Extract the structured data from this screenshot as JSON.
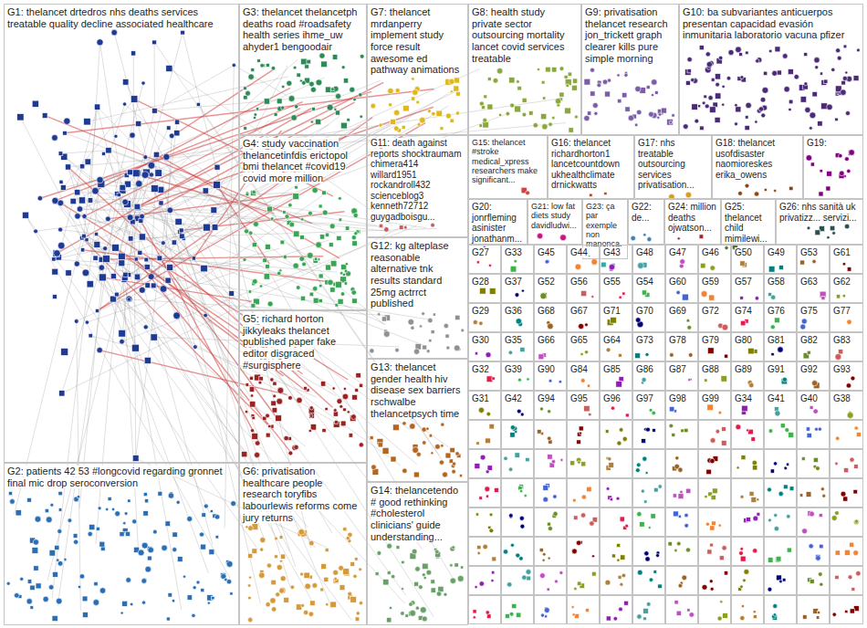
{
  "diagram": {
    "nodes": [
      {
        "text": [
          "G1: thelancet drtedros nhs deaths services treatable quality decline associated healthcare"
        ]
      },
      {
        "text": [
          "G2: patients 42 53 #longcovid regarding gronnet final mic drop seroconversion"
        ]
      },
      {
        "text": [
          "G3: thelancet thelancetph deaths road #roadsafety health series ihme_uw ahyder1 bengoodair"
        ]
      },
      {
        "text": [
          "G4: study vaccination thelancetinfdis erictopol bmi thelancet #covid19 covid more million"
        ]
      },
      {
        "text": [
          "G5: richard horton jikkyleaks thelancet published paper fake editor disgraced #surgisphere"
        ]
      },
      {
        "text": [
          "G6: privatisation healthcare people research toryfibs labourlewis reforms come jury returns"
        ]
      },
      {
        "text": [
          "G7: thelancet mrdanperry implement study force result awesome ed pathway animations"
        ]
      },
      {
        "text": [
          "G8: health study private sector outsourcing mortality lancet covid services treatable"
        ]
      },
      {
        "text": [
          "G9: privatisation thelancet research jon_trickett graph clearer kills pure simple morning"
        ]
      },
      {
        "text": [
          "G10: ba subvariantes anticuerpos presentan capacidad evasión inmunitaria laboratorio vacuna pfizer"
        ]
      },
      {
        "text": [
          "G11: death against reports shocktraumam chimera414 willard1951 rockandroll432 scienceblog3 kenneth72712 guygadboisgu..."
        ]
      },
      {
        "text": [
          "G12: kg alteplase reasonable alternative tnk results standard 25mg actrrct published"
        ]
      },
      {
        "text": [
          "G13: thelancet gender health hiv disease sex barriers rschwalbe thelancetpsych time"
        ]
      },
      {
        "text": [
          "G14: thelancetendo # good rethinking #cholesterol clinicians' guide understanding..."
        ]
      },
      {
        "text": [
          "G15: thelancet #stroke medical_xpress researchers make significant..."
        ]
      },
      {
        "text": [
          "G16: thelancet richardhorton1 lancetcountdown ukhealthclimate drnickwatts"
        ]
      },
      {
        "text": [
          "G17: nhs treatable outsourcing services privatisation..."
        ]
      },
      {
        "text": [
          "G18: thelancet usofdisaster naomioreskes erika_owens"
        ]
      },
      {
        "text": [
          "G19:"
        ]
      },
      {
        "text": [
          "G20: jonrfleming asinister jonathanm..."
        ]
      },
      {
        "text": [
          "G21: low fat diets study davidludwi..."
        ]
      },
      {
        "text": [
          "G23: ça par exemple non manonca..."
        ]
      },
      {
        "text": [
          "G22: de..."
        ]
      },
      {
        "text": [
          "G24: million deaths ojwatson..."
        ]
      },
      {
        "text": [
          "G25: thelancet child mimilewi..."
        ]
      },
      {
        "text": [
          "G26: nhs sanità uk privatizz... servizi..."
        ]
      },
      {
        "text": [
          "G27"
        ]
      },
      {
        "text": [
          "G33"
        ]
      },
      {
        "text": [
          "G45"
        ]
      },
      {
        "text": [
          "G44"
        ]
      },
      {
        "text": [
          "G43"
        ]
      },
      {
        "text": [
          "G48"
        ]
      },
      {
        "text": [
          "G47"
        ]
      },
      {
        "text": [
          "G46"
        ]
      },
      {
        "text": [
          "G50"
        ]
      },
      {
        "text": [
          "G49"
        ]
      },
      {
        "text": [
          "G53"
        ]
      },
      {
        "text": [
          "G61"
        ]
      },
      {
        "text": [
          "G28"
        ]
      },
      {
        "text": [
          "G37"
        ]
      },
      {
        "text": [
          "G52"
        ]
      },
      {
        "text": [
          "G56"
        ]
      },
      {
        "text": [
          "G55"
        ]
      },
      {
        "text": [
          "G54"
        ]
      },
      {
        "text": [
          "G60"
        ]
      },
      {
        "text": [
          "G59"
        ]
      },
      {
        "text": [
          "G57"
        ]
      },
      {
        "text": [
          "G58"
        ]
      },
      {
        "text": [
          "G63"
        ]
      },
      {
        "text": [
          "G62"
        ]
      },
      {
        "text": [
          "G29"
        ]
      },
      {
        "text": [
          "G36"
        ]
      },
      {
        "text": [
          "G68"
        ]
      },
      {
        "text": [
          "G67"
        ]
      },
      {
        "text": [
          "G71"
        ]
      },
      {
        "text": [
          "G70"
        ]
      },
      {
        "text": [
          "G69"
        ]
      },
      {
        "text": [
          "G72"
        ]
      },
      {
        "text": [
          "G74"
        ]
      },
      {
        "text": [
          "G76"
        ]
      },
      {
        "text": [
          "G75"
        ]
      },
      {
        "text": [
          "G77"
        ]
      },
      {
        "text": [
          "G30"
        ]
      },
      {
        "text": [
          "G35"
        ]
      },
      {
        "text": [
          "G66"
        ]
      },
      {
        "text": [
          "G65"
        ]
      },
      {
        "text": [
          "G64"
        ]
      },
      {
        "text": [
          "G73"
        ]
      },
      {
        "text": [
          "G78"
        ]
      },
      {
        "text": [
          "G79"
        ]
      },
      {
        "text": [
          "G80"
        ]
      },
      {
        "text": [
          "G81"
        ]
      },
      {
        "text": [
          "G82"
        ]
      },
      {
        "text": [
          "G83"
        ]
      },
      {
        "text": [
          "G32"
        ]
      },
      {
        "text": [
          "G39"
        ]
      },
      {
        "text": [
          "G90"
        ]
      },
      {
        "text": [
          "G84"
        ]
      },
      {
        "text": [
          "G85"
        ]
      },
      {
        "text": [
          "G86"
        ]
      },
      {
        "text": [
          "G87"
        ]
      },
      {
        "text": [
          "G88"
        ]
      },
      {
        "text": [
          "G89"
        ]
      },
      {
        "text": [
          "G91"
        ]
      },
      {
        "text": [
          "G92"
        ]
      },
      {
        "text": [
          "G93"
        ]
      },
      {
        "text": [
          "G31"
        ]
      },
      {
        "text": [
          "G42"
        ]
      },
      {
        "text": [
          "G94"
        ]
      },
      {
        "text": [
          "G95"
        ]
      },
      {
        "text": [
          "G96"
        ]
      },
      {
        "text": [
          "G97"
        ]
      },
      {
        "text": [
          "G98"
        ]
      },
      {
        "text": [
          "G99"
        ]
      },
      {
        "text": [
          "G34"
        ]
      },
      {
        "text": [
          "G41"
        ]
      },
      {
        "text": [
          "G40"
        ]
      },
      {
        "text": [
          "G38"
        ]
      }
    ]
  }
}
